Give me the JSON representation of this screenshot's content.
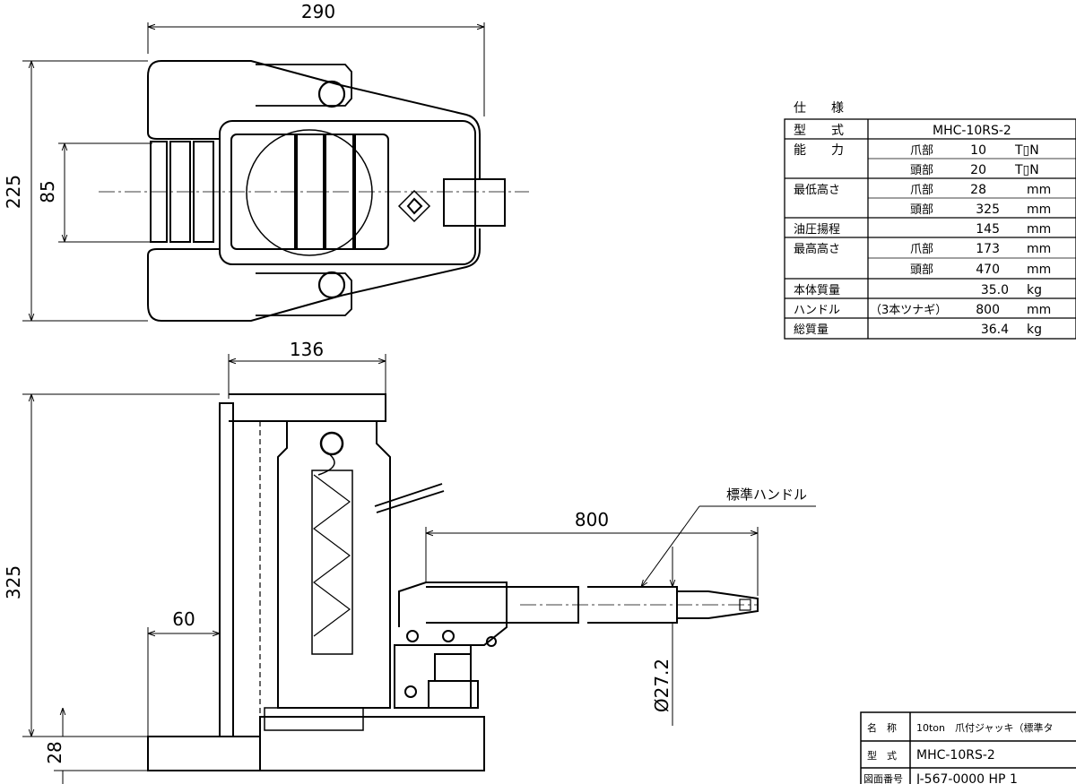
{
  "dimensions": {
    "top_width": "290",
    "top_height": "225",
    "top_inner": "85",
    "front_width": "136",
    "front_height": "325",
    "claw_offset": "60",
    "claw_height": "28",
    "handle_length": "800",
    "handle_diameter": "Ø27.2"
  },
  "handle_label": "標準ハンドル",
  "specs": {
    "heading": "仕　　様",
    "model_label": "型　　式",
    "model_value": "MHC-10RS-2",
    "capacity_label": "能　　力",
    "min_height_label": "最低高さ",
    "oil_stroke_label": "油圧揚程",
    "max_height_label": "最高高さ",
    "body_mass_label": "本体質量",
    "handle_label": "ハンドル",
    "total_mass_label": "総質量",
    "claw": "爪部",
    "head": "頭部",
    "handle_note": "（3本ツナギ）",
    "cap_claw_val": "10",
    "cap_claw_unit": "T▯N",
    "cap_head_val": "20",
    "cap_head_unit": "T▯N",
    "min_claw_val": "28",
    "min_claw_unit": "mm",
    "min_head_val": "325",
    "min_head_unit": "mm",
    "stroke_val": "145",
    "stroke_unit": "mm",
    "max_claw_val": "173",
    "max_claw_unit": "mm",
    "max_head_val": "470",
    "max_head_unit": "mm",
    "body_mass_val": "35.0",
    "body_mass_unit": "kg",
    "handle_val": "800",
    "handle_unit": "mm",
    "total_mass_val": "36.4",
    "total_mass_unit": "kg"
  },
  "title_block": {
    "name_label": "名　称",
    "name_value": "10ton　爪付ジャッキ（標準タ",
    "model_label": "型　式",
    "model_value": "MHC-10RS-2",
    "drawing_no_label": "図面番号",
    "drawing_no_value": "J-567-0000 HP 1"
  }
}
